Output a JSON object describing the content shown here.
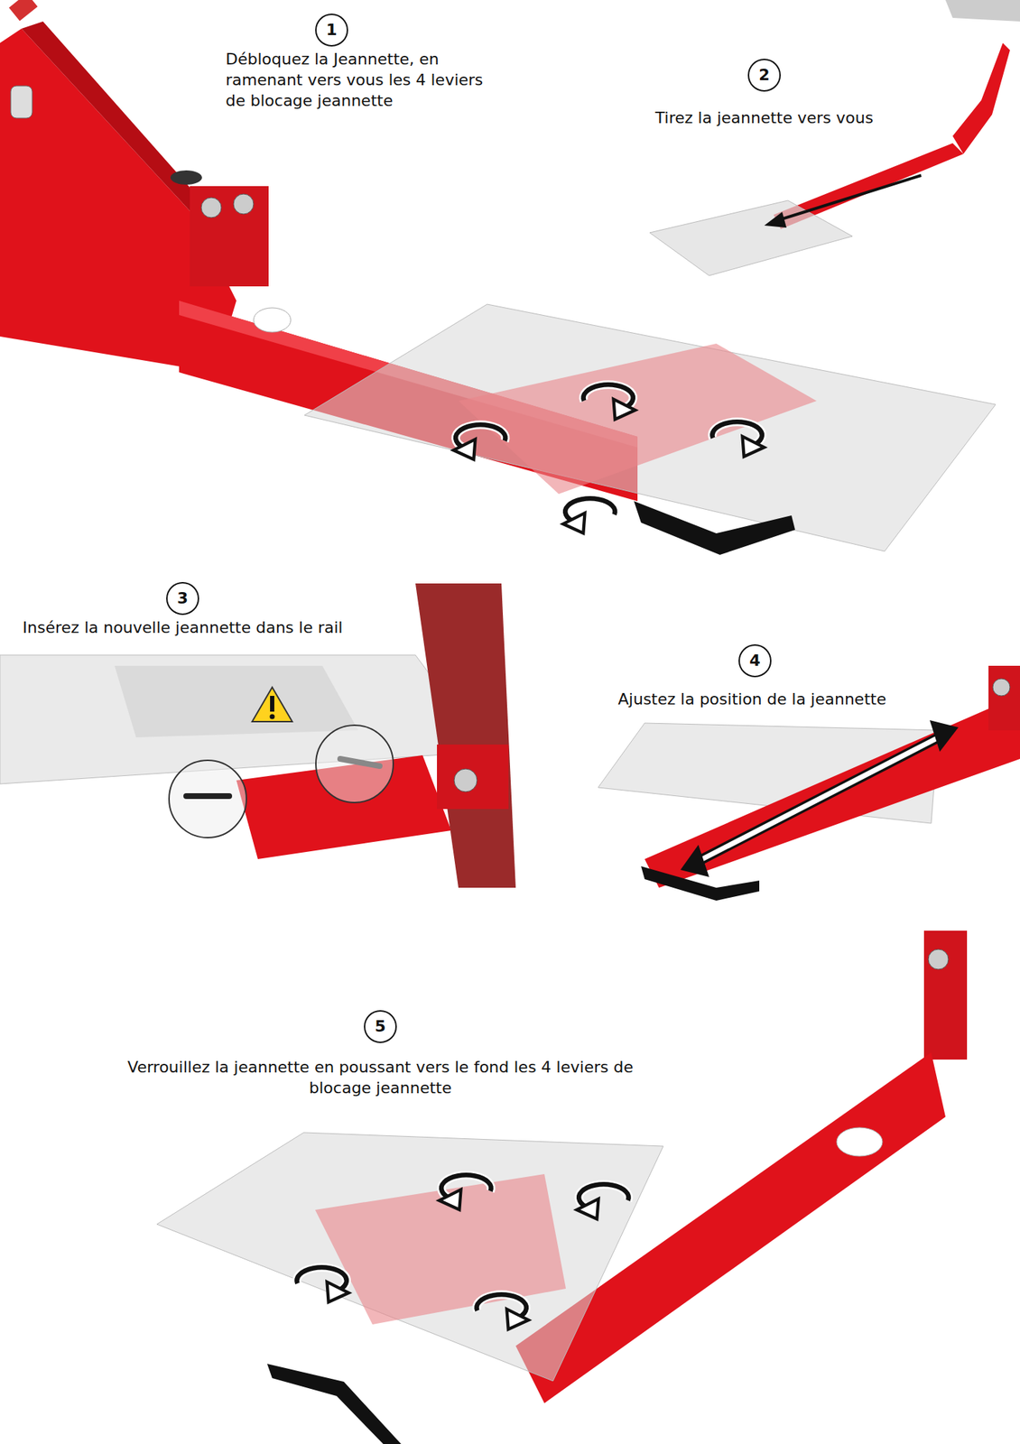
{
  "diagram": {
    "nodes": [
      {
        "text": [
          "1"
        ]
      },
      {
        "text": [
          "2"
        ]
      },
      {
        "text": [
          "3"
        ]
      },
      {
        "text": [
          "4"
        ]
      },
      {
        "text": [
          "5"
        ]
      }
    ],
    "labels": [
      "Débloquez la Jeannette, en ramenant vers vous les 4 leviers de blocage jeannette",
      "Tirez la jeannette vers vous",
      "Insérez la nouvelle jeannette dans le rail",
      "Ajustez la position de la jeannette",
      "Verrouillez la jeannette en poussant vers le fond les 4 leviers de blocage jeannette"
    ]
  }
}
